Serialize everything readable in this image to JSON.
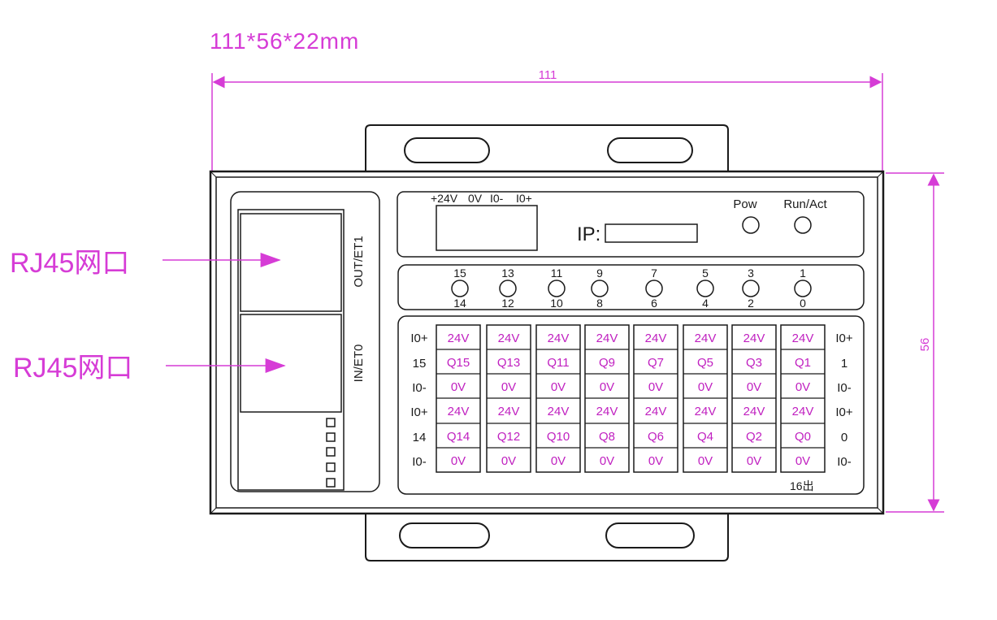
{
  "dimensions": {
    "summary": "111*56*22mm",
    "width": "111",
    "height": "56"
  },
  "callouts": {
    "port_top": "RJ45网口",
    "port_bottom": "RJ45网口"
  },
  "ports": {
    "top": "OUT/ET1",
    "bottom": "IN/ET0"
  },
  "power_terminal": {
    "labels": [
      "+24V",
      "0V",
      "I0-",
      "I0+"
    ]
  },
  "ip_label": "IP:",
  "leds": {
    "pow": "Pow",
    "run": "Run/Act",
    "top_numbers": [
      "15",
      "13",
      "11",
      "9",
      "7",
      "5",
      "3",
      "1"
    ],
    "bottom_numbers": [
      "14",
      "12",
      "10",
      "8",
      "6",
      "4",
      "2",
      "0"
    ]
  },
  "terminal_block": {
    "left_labels": [
      "I0+",
      "15",
      "I0-",
      "I0+",
      "14",
      "I0-"
    ],
    "right_labels": [
      "I0+",
      "1",
      "I0-",
      "I0+",
      "0",
      "I0-"
    ],
    "top_row_24v": [
      "24V",
      "24V",
      "24V",
      "24V",
      "24V",
      "24V",
      "24V",
      "24V"
    ],
    "top_row_q": [
      "Q15",
      "Q13",
      "Q11",
      "Q9",
      "Q7",
      "Q5",
      "Q3",
      "Q1"
    ],
    "top_row_0v": [
      "0V",
      "0V",
      "0V",
      "0V",
      "0V",
      "0V",
      "0V",
      "0V"
    ],
    "bottom_row_24v": [
      "24V",
      "24V",
      "24V",
      "24V",
      "24V",
      "24V",
      "24V",
      "24V"
    ],
    "bottom_row_q": [
      "Q14",
      "Q12",
      "Q10",
      "Q8",
      "Q6",
      "Q4",
      "Q2",
      "Q0"
    ],
    "bottom_row_0v": [
      "0V",
      "0V",
      "0V",
      "0V",
      "0V",
      "0V",
      "0V",
      "0V"
    ],
    "note": "16出"
  },
  "colors": {
    "annotation": "#d63cd6",
    "line": "#1a1a1a",
    "cell_text": "#c020c0"
  }
}
